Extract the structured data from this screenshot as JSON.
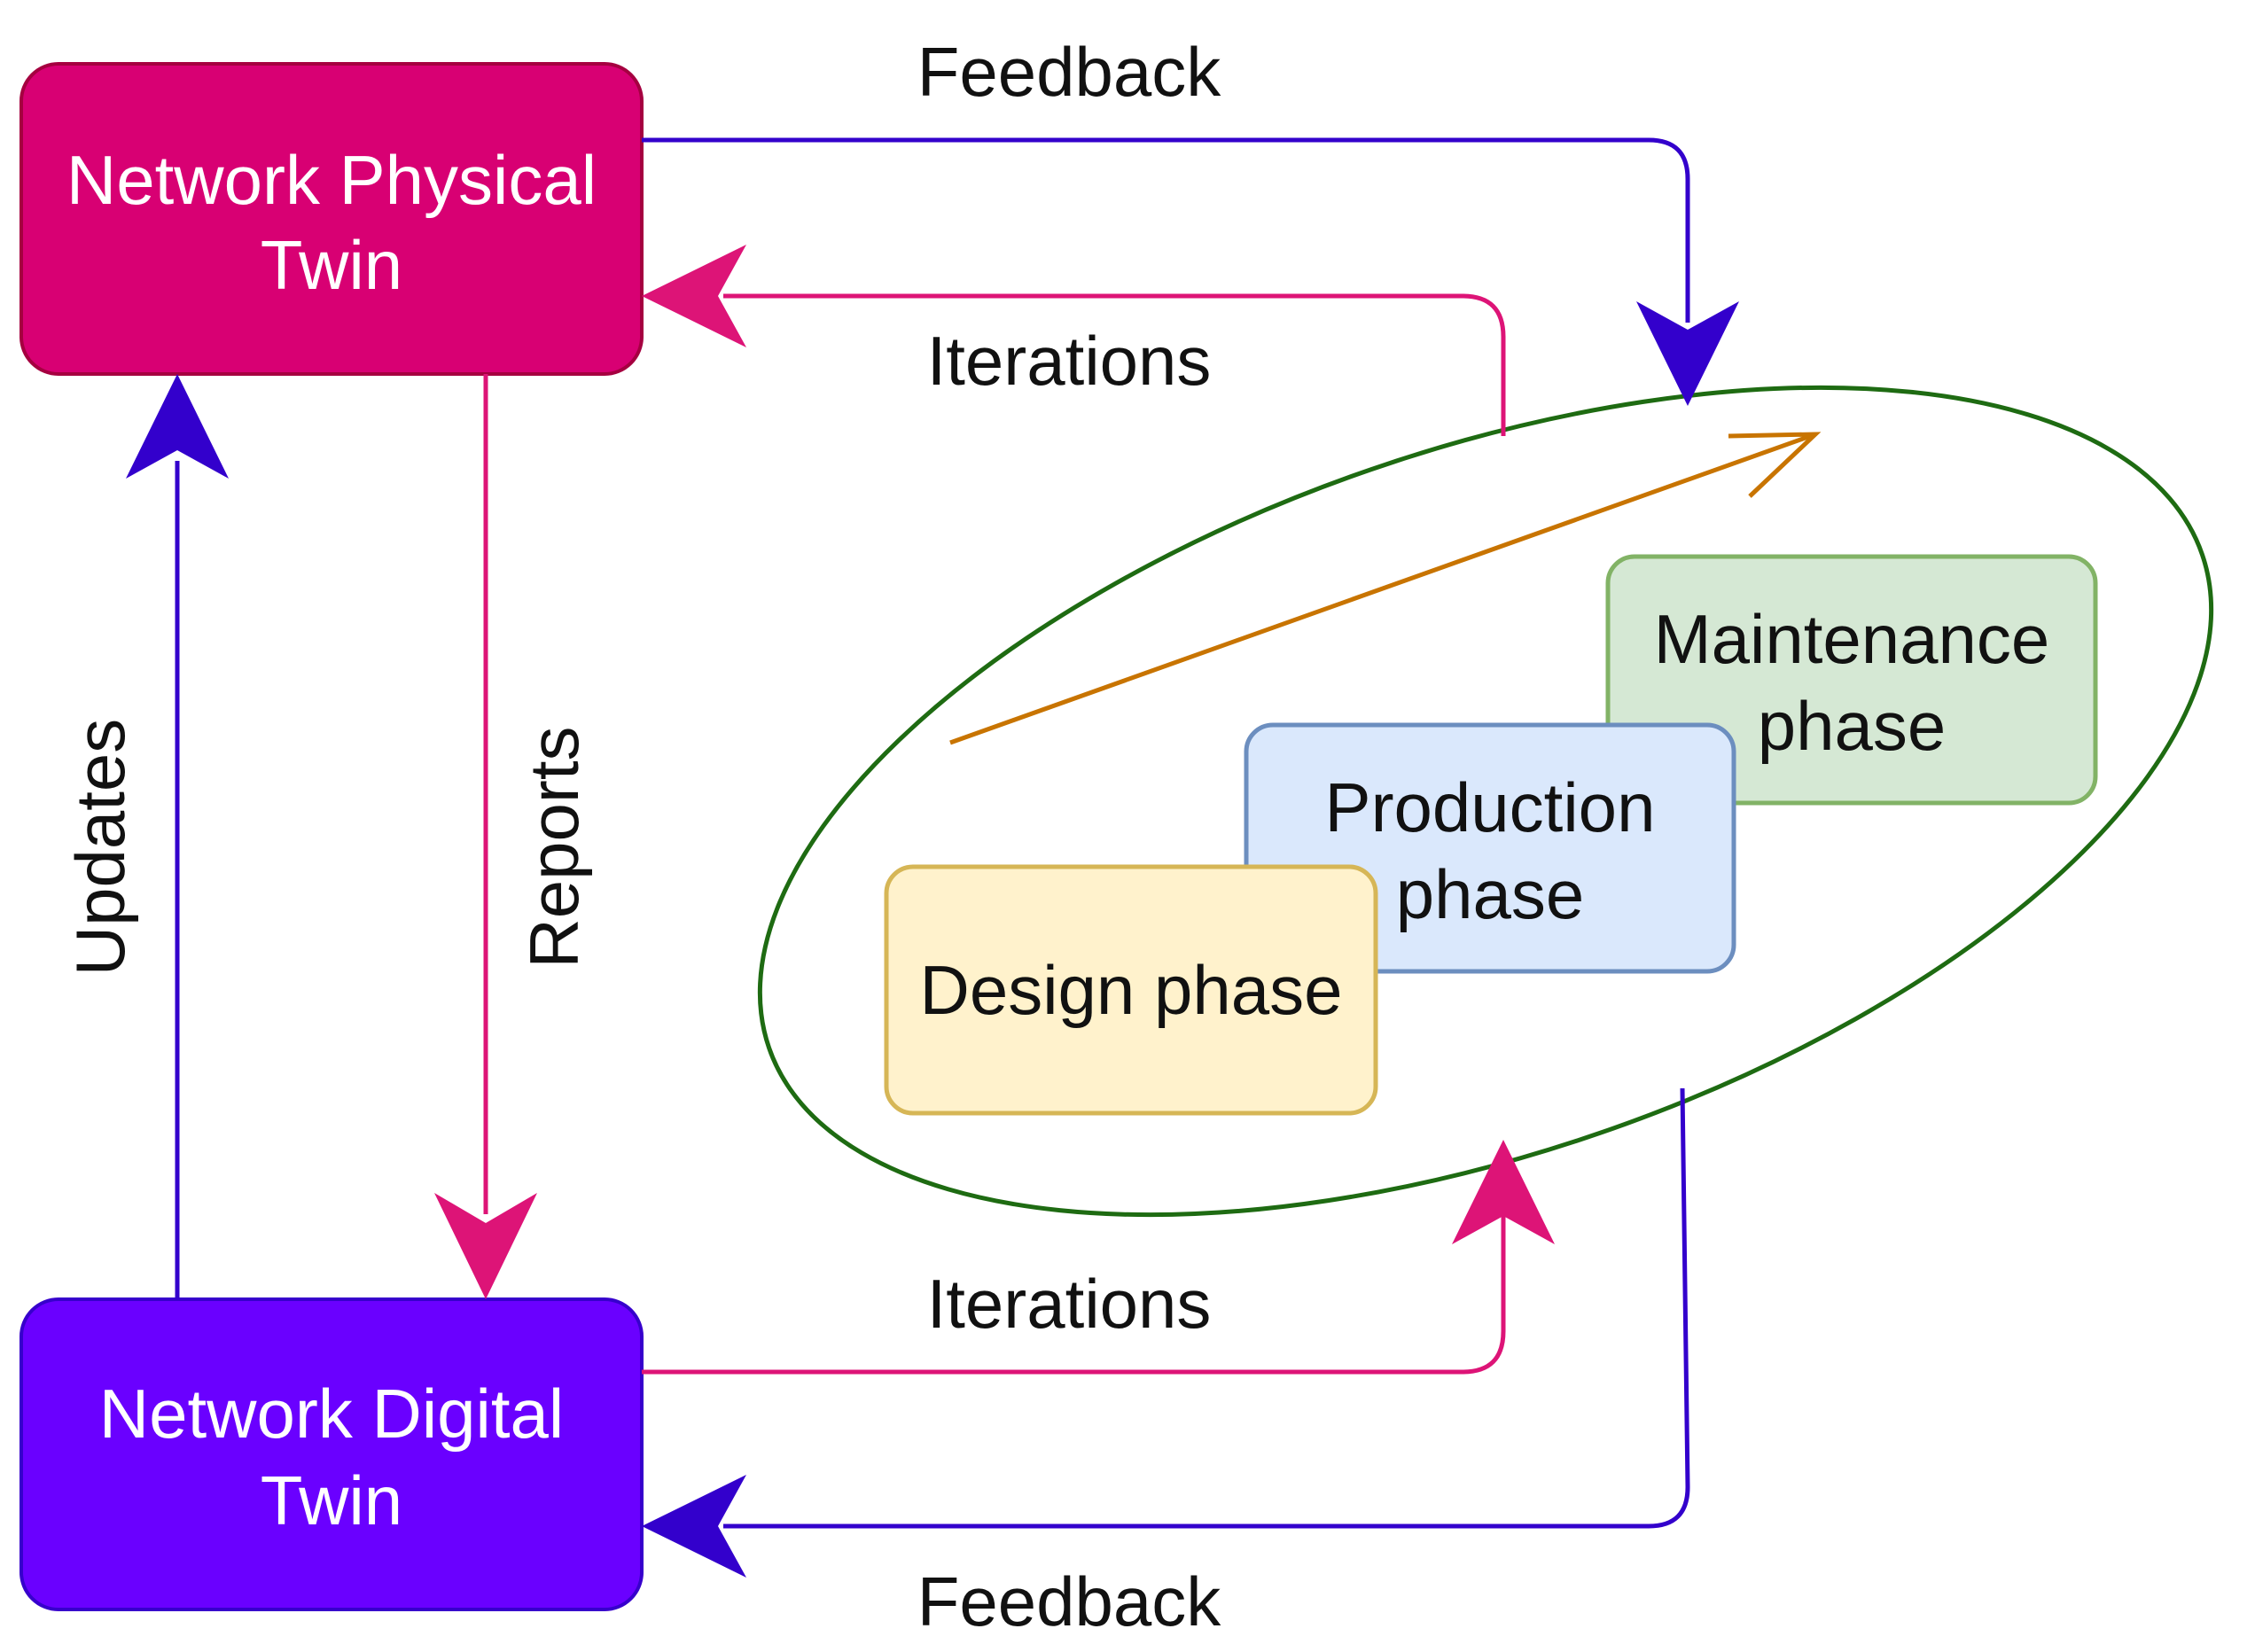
{
  "nodes": {
    "physical_twin": {
      "line1": "Network Physical",
      "line2": "Twin",
      "color": "#d80073"
    },
    "digital_twin": {
      "line1": "Network Digital",
      "line2": "Twin",
      "color": "#6a00ff"
    },
    "design_phase": {
      "label": "Design phase",
      "fill": "#fff2cc",
      "stroke": "#d6b656"
    },
    "production_phase": {
      "line1": "Production",
      "line2": "phase",
      "fill": "#dae8fc",
      "stroke": "#6c8ebf"
    },
    "maintenance_phase": {
      "line1": "Maintenance",
      "line2": "phase",
      "fill": "#d5e8d4",
      "stroke": "#82b366"
    },
    "lifecycle_ellipse": {
      "stroke": "#1e6b12"
    }
  },
  "edges": {
    "feedback_top": "Feedback",
    "iterations_top": "Iterations",
    "updates": "Updates",
    "reports": "Reports",
    "iterations_bottom": "Iterations",
    "feedback_bottom": "Feedback"
  },
  "colors": {
    "feedback_arrow": "#3300cc",
    "iterations_arrow": "#dd1477",
    "progress_arrow": "#c87400"
  }
}
